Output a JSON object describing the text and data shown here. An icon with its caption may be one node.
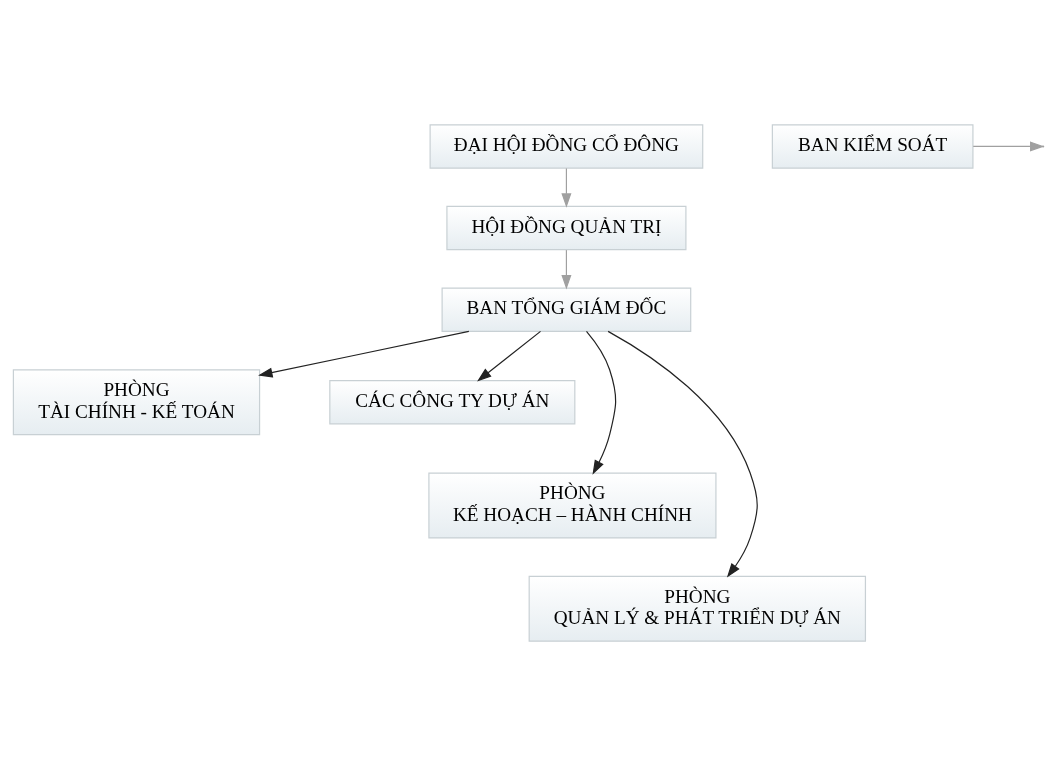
{
  "diagram": {
    "nodes": [
      {
        "text": [
          "ĐẠI HỘI ĐỒNG CỔ ĐÔNG"
        ]
      },
      {
        "text": [
          "BAN KIỂM SOÁT"
        ]
      },
      {
        "text": [
          "HỘI ĐỒNG QUẢN TRỊ"
        ]
      },
      {
        "text": [
          "BAN TỔNG GIÁM ĐỐC"
        ]
      },
      {
        "text": [
          "PHÒNG",
          "TÀI CHÍNH - KẾ TOÁN"
        ]
      },
      {
        "text": [
          "CÁC CÔNG TY DỰ ÁN"
        ]
      },
      {
        "text": [
          "PHÒNG",
          "KẾ HOẠCH – HÀNH CHÍNH"
        ]
      },
      {
        "text": [
          "PHÒNG",
          "QUẢN LÝ & PHÁT TRIỂN DỰ ÁN"
        ]
      }
    ],
    "edges": [
      {
        "from": 0,
        "to": 2,
        "arrow": "to",
        "color": "#a0a0a0"
      },
      {
        "from": 1,
        "to": null,
        "arrow": "to",
        "color": "#a0a0a0"
      },
      {
        "from": 2,
        "to": 3,
        "arrow": "to",
        "color": "#a0a0a0"
      },
      {
        "from": 3,
        "to": 4,
        "arrow": "to"
      },
      {
        "from": 3,
        "to": 5,
        "arrow": "to"
      },
      {
        "from": 3,
        "to": 6,
        "arrow": "to"
      },
      {
        "from": 3,
        "to": 7,
        "arrow": "to"
      }
    ]
  }
}
